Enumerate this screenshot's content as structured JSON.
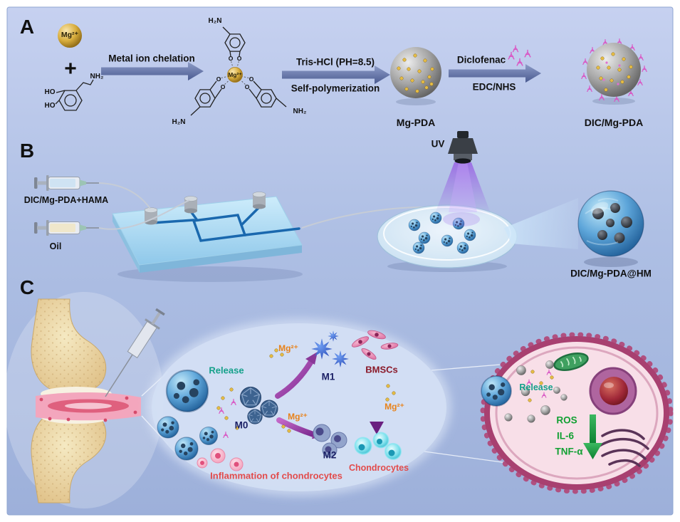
{
  "colors": {
    "background_top": "#c6d1f0",
    "background_bottom": "#9db0da",
    "reaction_arrow": "#5a6a9e",
    "gold_ion": "#d9ae3e",
    "pda_gray": "#8a8a8a",
    "microsphere_blue": "#4a90c8",
    "diclofenac_pink": "#d957c4",
    "release_teal": "#14a08a",
    "mg_orange": "#e8821a",
    "macrophage_navy": "#1c2166",
    "bmsc_dark_red": "#8a1828",
    "inflammation_red": "#e24b4b",
    "cytokine_green": "#12a033",
    "purple_arrow": "#8a3898"
  },
  "panel_a": {
    "label": "A",
    "mg_ion": "Mg²⁺",
    "plus_sign": "+",
    "dopamine": {
      "hydroxyl": "HO",
      "amine": "NH₂"
    },
    "step1_label": "Metal ion chelation",
    "complex": {
      "center": "Mg²⁺",
      "oxygen": "O",
      "amine_top": "H₂N",
      "amine_left": "H₂N",
      "amine_right": "NH₂"
    },
    "step2_label_top": "Tris-HCl (PH=8.5)",
    "step2_label_bottom": "Self-polymerization",
    "product1_label": "Mg-PDA",
    "step3_label_top": "Diclofenac",
    "step3_label_bottom": "EDC/NHS",
    "product2_label": "DIC/Mg-PDA"
  },
  "panel_b": {
    "label": "B",
    "inlet1_label": "DIC/Mg-PDA+HAMA",
    "inlet2_label": "Oil",
    "uv_label": "UV",
    "product_label": "DIC/Mg-PDA@HM"
  },
  "panel_c": {
    "label": "C",
    "release_label": "Release",
    "mg_label_top": "Mg²⁺",
    "mg_label_mid": "Mg²⁺",
    "mg_label_right": "Mg²⁺",
    "m0_label": "M0",
    "m1_label": "M1",
    "m2_label": "M2",
    "bmscs_label": "BMSCs",
    "chondrocytes_label": "Chondrocytes",
    "inflammation_label": "Inflammation of chondrocytes",
    "cell": {
      "release_label": "Release",
      "marker1": "ROS",
      "marker2": "IL-6",
      "marker3": "TNF-α"
    }
  }
}
